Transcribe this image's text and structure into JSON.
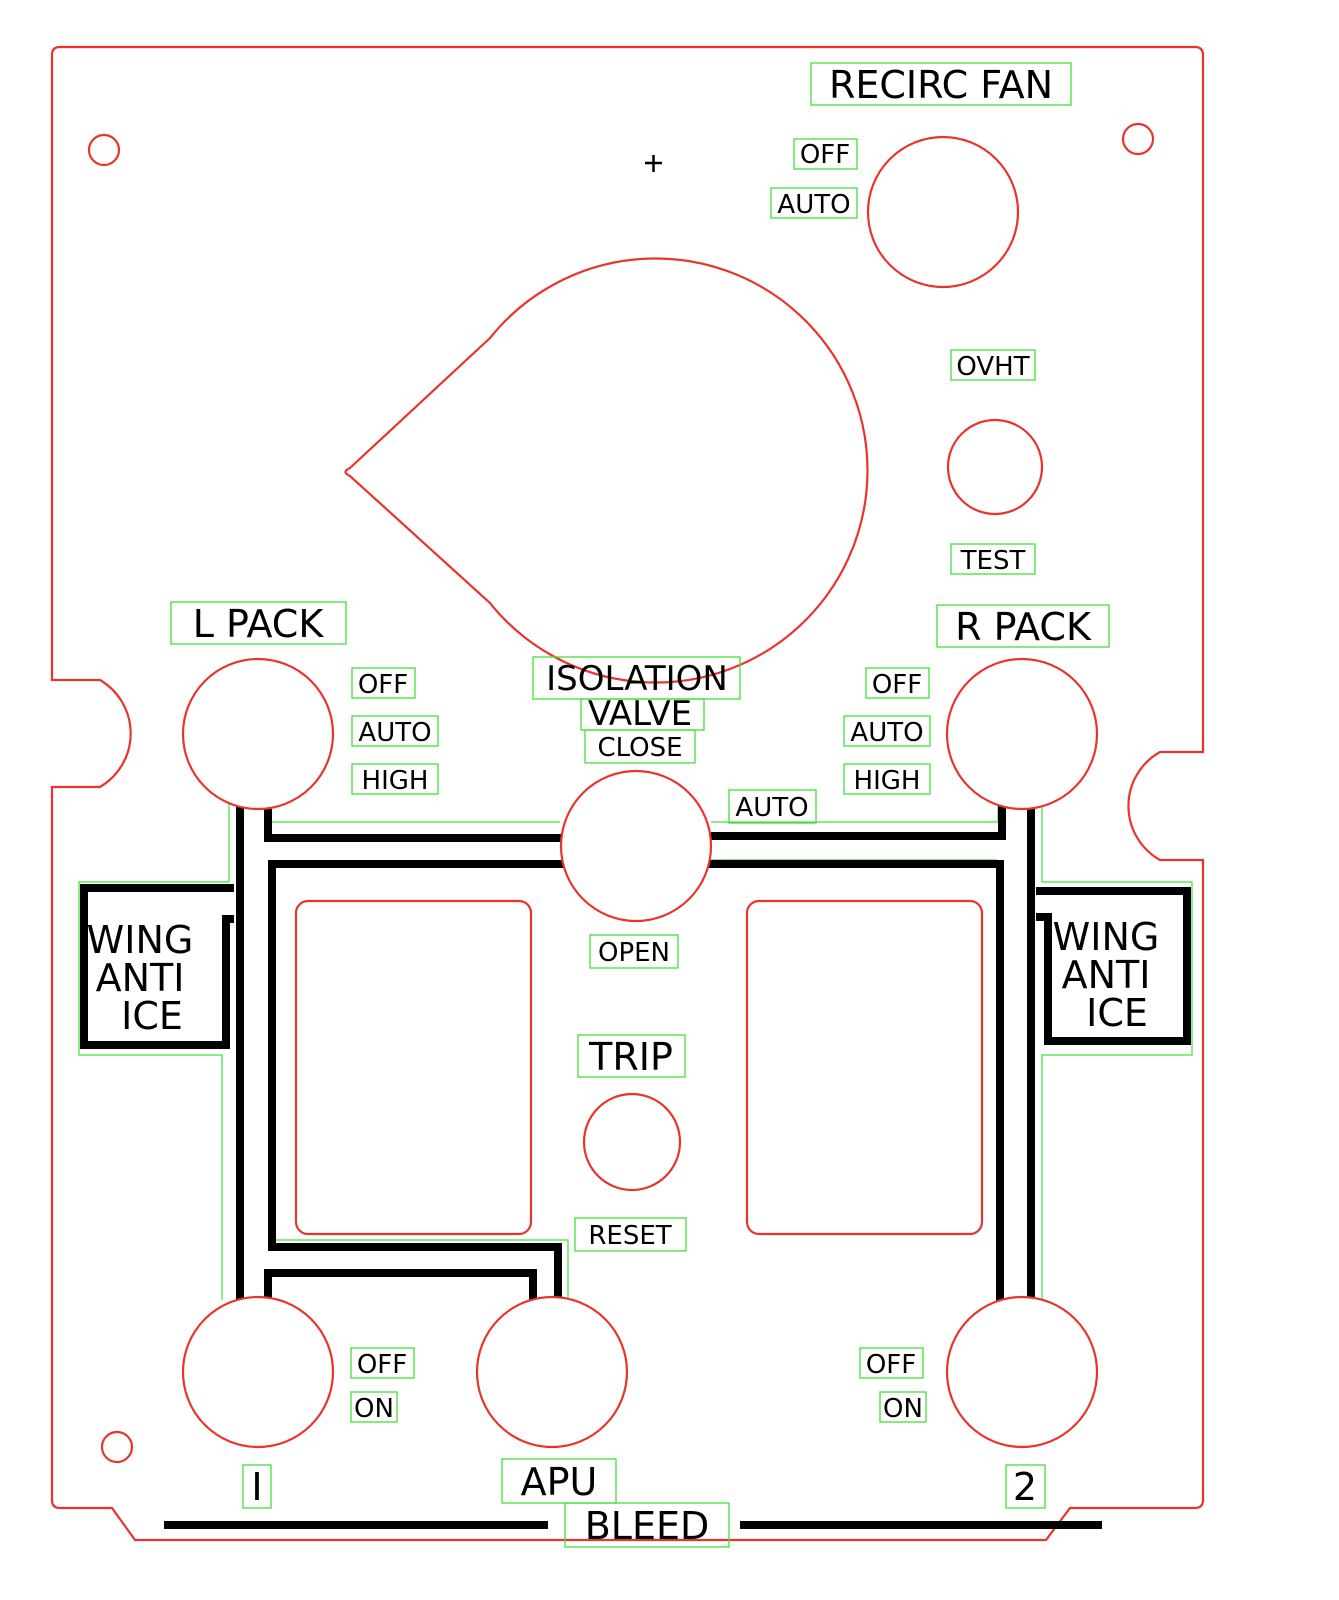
{
  "colors": {
    "panel_outline": "#e8342c",
    "label_frame": "#44e03a",
    "duct_line": "#000000"
  },
  "recirc_fan": {
    "title": "RECIRC FAN",
    "off": "OFF",
    "auto": "AUTO"
  },
  "ovht": {
    "top": "OVHT",
    "bottom": "TEST"
  },
  "l_pack": {
    "title": "L PACK",
    "off": "OFF",
    "auto": "AUTO",
    "high": "HIGH"
  },
  "r_pack": {
    "title": "R PACK",
    "off": "OFF",
    "auto": "AUTO",
    "high": "HIGH"
  },
  "isolation_valve": {
    "title_line1": "ISOLATION",
    "title_line2": "VALVE",
    "close": "CLOSE",
    "auto": "AUTO",
    "open": "OPEN"
  },
  "trip": {
    "title": "TRIP",
    "reset": "RESET"
  },
  "wing_anti_ice_left": {
    "line1": "WING",
    "line2": "ANTI",
    "line3": "ICE"
  },
  "wing_anti_ice_right": {
    "line1": "WING",
    "line2": "ANTI",
    "line3": "ICE"
  },
  "bleed_1": {
    "off": "OFF",
    "on": "ON",
    "number": "I"
  },
  "bleed_2": {
    "off": "OFF",
    "on": "ON",
    "number": "2"
  },
  "apu_bleed": {
    "apu": "APU",
    "bleed": "BLEED"
  }
}
